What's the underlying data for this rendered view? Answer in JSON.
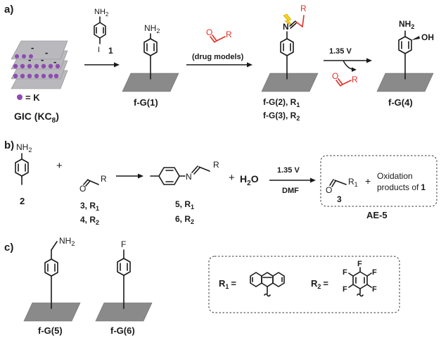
{
  "panels": {
    "a": "a)",
    "b": "b)",
    "c": "c)"
  },
  "part_a": {
    "reagent_1_nh2": "NH",
    "reagent_1_nh2_sub": "2",
    "reagent_1_iodo": "I",
    "reagent_1_num": "1",
    "aldehyde_o": "O",
    "aldehyde_r": "R",
    "drug_models": "(drug models)",
    "gic_minus": "-",
    "k_legend": "= K",
    "gic_label": "GIC (KC",
    "gic_sub": "8",
    "gic_close": ")",
    "fg1_nh2": "NH",
    "fg1_nh2_sub": "2",
    "fg1_label": "f-G(1)",
    "imine_n": "N",
    "imine_r": "R",
    "fg2_label": "f-G(2), R",
    "fg2_sub": "1",
    "fg3_label": "f-G(3), R",
    "fg3_sub": "2",
    "voltage": "1.35 V",
    "released_o": "O",
    "released_r": "R",
    "fg4_nh2": "NH",
    "fg4_nh2_sub": "2",
    "fg4_oh": "OH",
    "fg4_label": "f-G(4)"
  },
  "part_b": {
    "cmpd2_nh2": "NH",
    "cmpd2_nh2_sub": "2",
    "cmpd2_num": "2",
    "plus1": "+",
    "ald_o": "O",
    "ald_r": "R",
    "ald3": "3, R",
    "ald3_sub": "1",
    "ald4": "4, R",
    "ald4_sub": "2",
    "imine_n": "N",
    "imine_r": "R",
    "imine5": "5, R",
    "imine5_sub": "1",
    "imine6": "6, R",
    "imine6_sub": "2",
    "plus2": "+",
    "water": "H",
    "water_sub": "2",
    "water_o": "O",
    "voltage": "1.35 V",
    "solvent": "DMF",
    "box_o": "O",
    "box_r": "R",
    "box_r_sub": "1",
    "box_num": "3",
    "box_plus": "+",
    "oxidation_line1": "Oxidation",
    "oxidation_line2": "products of",
    "oxidation_num": "1",
    "ae5": "AE-5"
  },
  "part_c": {
    "fg5_nh2": "NH",
    "fg5_nh2_sub": "2",
    "fg5_label": "f-G(5)",
    "fg6_f": "F",
    "fg6_label": "f-G(6)",
    "r1_label": "R",
    "r1_sub": "1",
    "r1_eq": "=",
    "r2_label": "R",
    "r2_sub": "2",
    "r2_eq": "=",
    "pf": [
      "F",
      "F",
      "F",
      "F",
      "F"
    ]
  },
  "colors": {
    "accent_red": "#e0312a",
    "potassium": "#8e4bb3",
    "graphene": "#8a8a8a",
    "bolt": "#f4d21c"
  }
}
